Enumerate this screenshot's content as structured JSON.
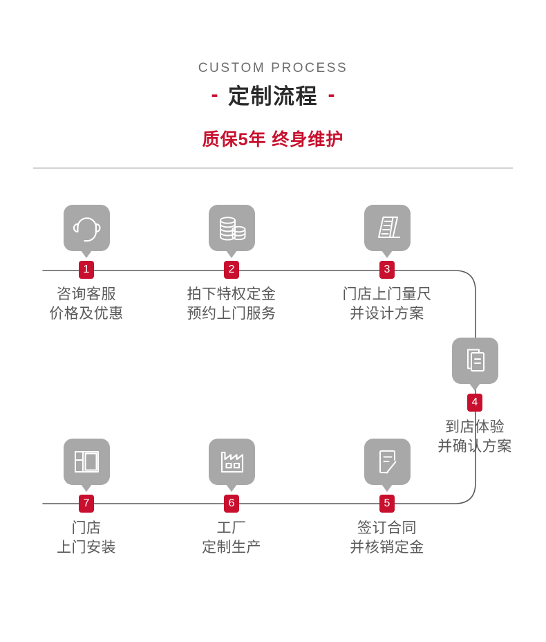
{
  "header": {
    "english_title": "CUSTOM PROCESS",
    "dash_left": "-",
    "chinese_title": "定制流程",
    "dash_right": "-",
    "subtitle": "质保5年  终身维护",
    "accent_color": "#C8102E",
    "icon_color": "#A8A8A8",
    "text_color": "#595959",
    "rule_color": "#D2D2D2"
  },
  "steps": [
    {
      "number": "1",
      "icon": "headset-icon",
      "caption_line1": "咨询客服",
      "caption_line2": "价格及优惠"
    },
    {
      "number": "2",
      "icon": "coins-stack-icon",
      "caption_line1": "拍下特权定金",
      "caption_line2": "预约上门服务"
    },
    {
      "number": "3",
      "icon": "ruler-measure-icon",
      "caption_line1": "门店上门量尺",
      "caption_line2": "并设计方案"
    },
    {
      "number": "4",
      "icon": "documents-stack-icon",
      "caption_line1": "到店体验",
      "caption_line2": "并确认方案"
    },
    {
      "number": "5",
      "icon": "contract-sign-icon",
      "caption_line1": "签订合同",
      "caption_line2": "并核销定金"
    },
    {
      "number": "6",
      "icon": "factory-icon",
      "caption_line1": "工厂",
      "caption_line2": "定制生产"
    },
    {
      "number": "7",
      "icon": "cabinet-layout-icon",
      "caption_line1": "门店",
      "caption_line2": "上门安装"
    }
  ]
}
